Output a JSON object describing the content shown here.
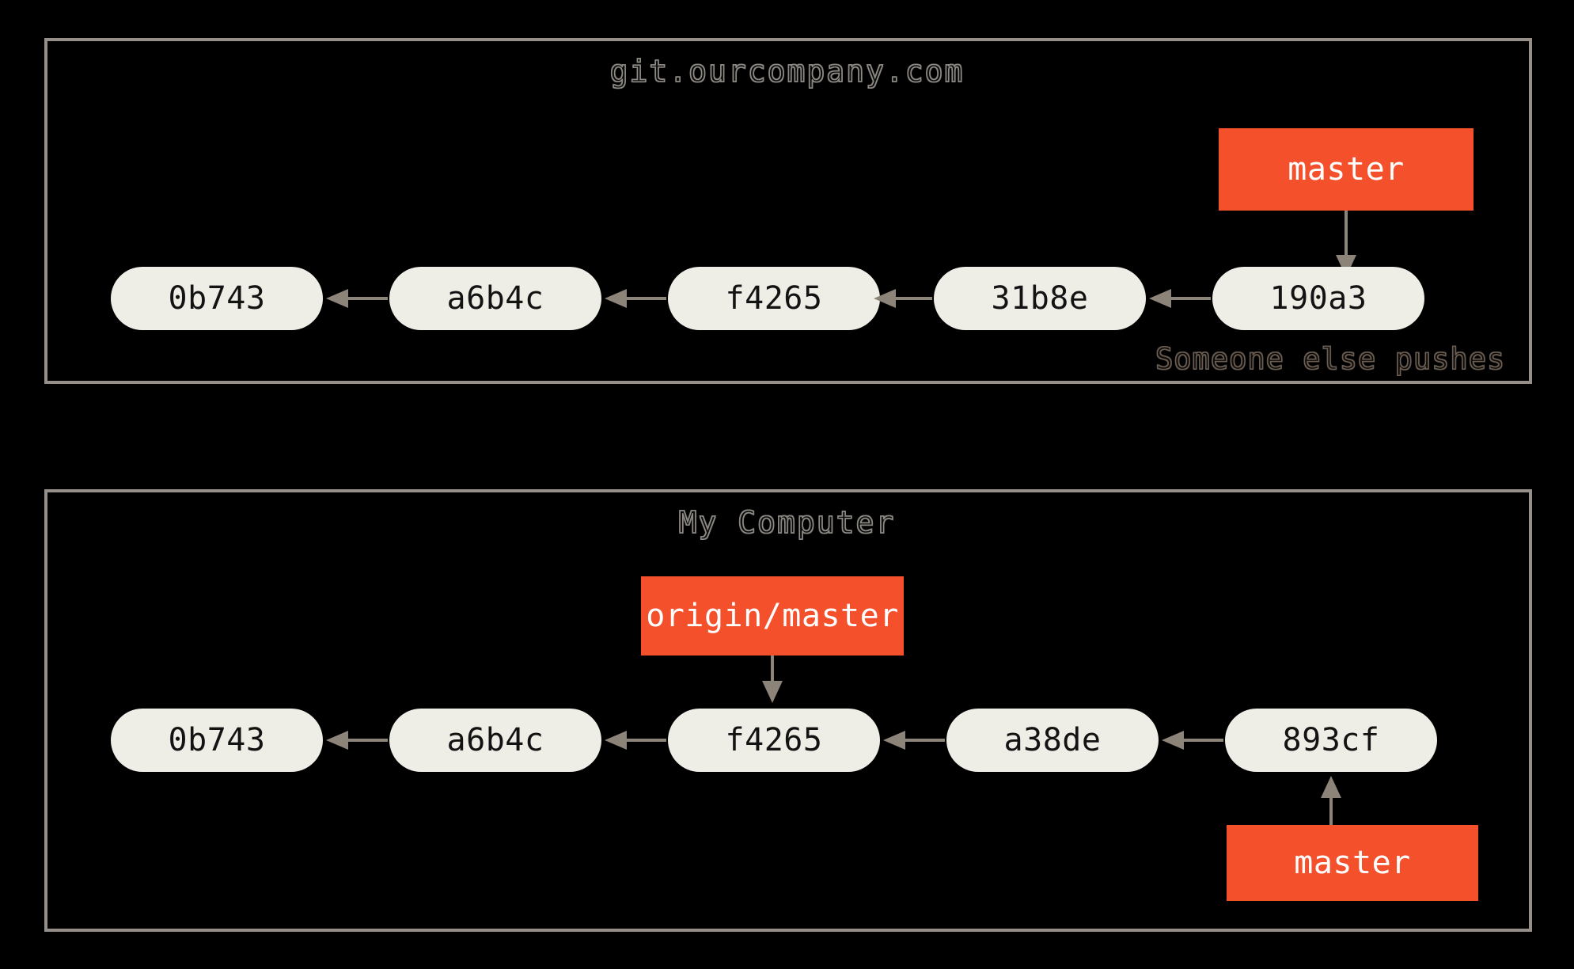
{
  "background_color": "#000000",
  "colors": {
    "panel_border": "#968f89",
    "commit_fill": "#efeee6",
    "commit_text": "#131313",
    "ref_fill": "#f4502b",
    "ref_text": "#ffffff",
    "arrow": "#8c8379",
    "title_outline": "#8e8a85"
  },
  "panels": [
    {
      "id": "remote",
      "title": "git.ourcompany.com",
      "caption": "Someone else pushes",
      "commits": [
        {
          "hash": "0b743"
        },
        {
          "hash": "a6b4c"
        },
        {
          "hash": "f4265"
        },
        {
          "hash": "31b8e"
        },
        {
          "hash": "190a3"
        }
      ],
      "refs": [
        {
          "label": "master",
          "points_to": "190a3",
          "direction": "down"
        }
      ]
    },
    {
      "id": "local",
      "title": "My Computer",
      "caption": "",
      "commits": [
        {
          "hash": "0b743"
        },
        {
          "hash": "a6b4c"
        },
        {
          "hash": "f4265"
        },
        {
          "hash": "a38de"
        },
        {
          "hash": "893cf"
        }
      ],
      "refs": [
        {
          "label": "origin/master",
          "points_to": "f4265",
          "direction": "down"
        },
        {
          "label": "master",
          "points_to": "893cf",
          "direction": "up"
        }
      ]
    }
  ]
}
